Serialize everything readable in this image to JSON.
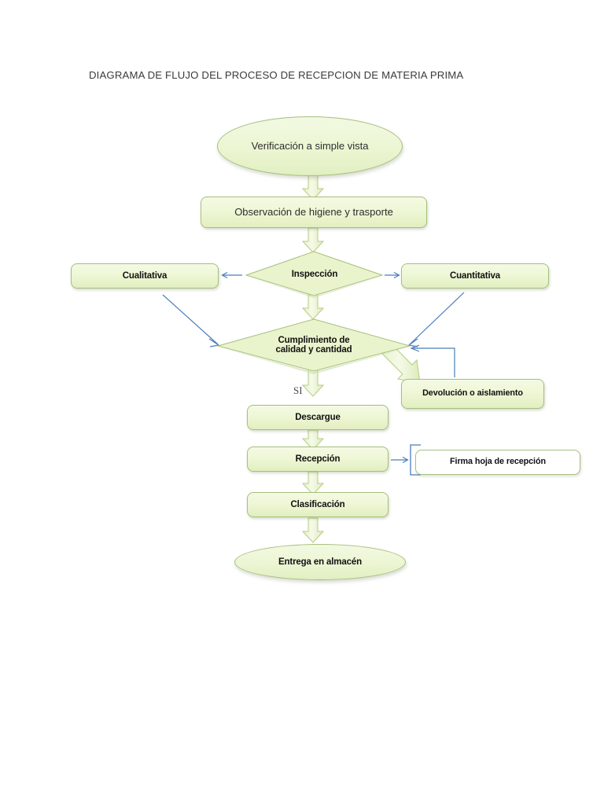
{
  "document": {
    "title": "DIAGRAMA DE FLUJO DEL PROCESO DE RECEPCION DE MATERIA PRIMA"
  },
  "theme": {
    "shape_fill_top": "#f4fae3",
    "shape_fill_bottom": "#e2efc0",
    "shape_border": "#a6bf7c",
    "block_arrow_fill": "#eef6dc",
    "block_arrow_border": "#b5cd82",
    "connector_blue": "#4a7ebb",
    "text_color": "#111111",
    "title_color": "#3a3a3a",
    "page_background": "#ffffff"
  },
  "flowchart": {
    "type": "process-flow-diagram",
    "nodes": [
      {
        "id": "verificacion",
        "shape": "ellipse",
        "label": "Verificación a simple vista"
      },
      {
        "id": "observacion",
        "shape": "process",
        "label": "Observación de higiene y trasporte"
      },
      {
        "id": "inspeccion",
        "shape": "decision",
        "label": "Inspección"
      },
      {
        "id": "cualitativa",
        "shape": "process",
        "label": "Cualitativa"
      },
      {
        "id": "cuantitativa",
        "shape": "process",
        "label": "Cuantitativa"
      },
      {
        "id": "cumplimiento",
        "shape": "decision",
        "label": "Cumplimiento de calidad y cantidad",
        "line1": "Cumplimiento de",
        "line2": "calidad y cantidad"
      },
      {
        "id": "devolucion",
        "shape": "process",
        "label": "Devolución o aislamiento"
      },
      {
        "id": "descargue",
        "shape": "process",
        "label": "Descargue"
      },
      {
        "id": "recepcion",
        "shape": "process",
        "label": "Recepción"
      },
      {
        "id": "firma",
        "shape": "document",
        "label": "Firma hoja de recepción"
      },
      {
        "id": "clasificacion",
        "shape": "process",
        "label": "Clasificación"
      },
      {
        "id": "entrega",
        "shape": "ellipse",
        "label": "Entrega en almacén"
      }
    ],
    "edge_labels": {
      "si": "SI"
    },
    "edges": [
      {
        "from": "verificacion",
        "to": "observacion",
        "style": "block-arrow-down"
      },
      {
        "from": "observacion",
        "to": "inspeccion",
        "style": "block-arrow-down"
      },
      {
        "from": "inspeccion",
        "to": "cualitativa",
        "style": "blue-arrow-left"
      },
      {
        "from": "inspeccion",
        "to": "cuantitativa",
        "style": "blue-arrow-right"
      },
      {
        "from": "inspeccion",
        "to": "cumplimiento",
        "style": "block-arrow-down"
      },
      {
        "from": "cualitativa",
        "to": "cumplimiento",
        "style": "blue-arrow-diagonal"
      },
      {
        "from": "cuantitativa",
        "to": "cumplimiento",
        "style": "blue-arrow-diagonal"
      },
      {
        "from": "cumplimiento",
        "to": "descargue",
        "style": "block-arrow-down",
        "label": "SI"
      },
      {
        "from": "cumplimiento",
        "to": "devolucion",
        "style": "block-arrow-diagonal"
      },
      {
        "from": "devolucion",
        "to": "cumplimiento",
        "style": "blue-elbow"
      },
      {
        "from": "descargue",
        "to": "recepcion",
        "style": "block-arrow-down"
      },
      {
        "from": "recepcion",
        "to": "firma",
        "style": "blue-arrow-right"
      },
      {
        "from": "recepcion",
        "to": "clasificacion",
        "style": "block-arrow-down"
      },
      {
        "from": "clasificacion",
        "to": "entrega",
        "style": "block-arrow-down"
      }
    ]
  }
}
